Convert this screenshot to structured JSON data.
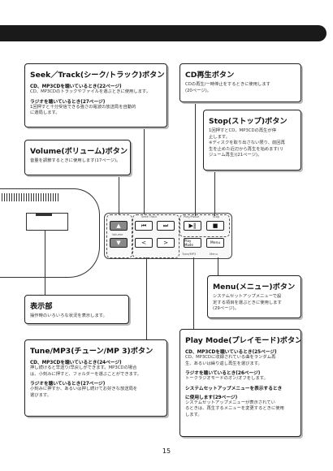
{
  "seek": {
    "title": "Seek／Track(シーク/トラック)ボタン",
    "s1": "CD、MP3CDを聴いているとき(22ページ)",
    "t1": "CD、MP3CDのトラックやファイルを選ぶときに使用します。",
    "s2": "ラジオを聴いているとき(27ページ)",
    "t2a": "1回押すと十分受信できる強さの電波の放送局を自動的",
    "t2b": "に選局します。"
  },
  "cdplay": {
    "title": "CD再生ボタン",
    "t1": "CDの再生/一時停止をするときに使用します",
    "t2": "(20ページ)。"
  },
  "stop": {
    "title": "Stop(ストップ)ボタン",
    "t1": "1回押すとCD、MP3CDの再生が停",
    "t2": "止します。",
    "t3": "※ディスクを取り出さない限り、前回再",
    "t4": "生を止めた近辺から再生を始めます(リ",
    "t5": "ジューム再生)(21ページ)。"
  },
  "volume": {
    "title": "Volume(ボリューム)ボタン",
    "t1": "音量を調節するときに使用します(17ページ)。"
  },
  "menu": {
    "title": "Menu(メニュー)ボタン",
    "t1": "システムセットアップメニューで設",
    "t2": "定する項目を選ぶときに使用します",
    "t3": "(29ページ)。"
  },
  "display": {
    "title": "表示部",
    "t1": "操作時のいろいろな状況を表示します。"
  },
  "tune": {
    "title": "Tune/MP3(チューン/MP 3)ボタン",
    "s1": "CD、MP3CDを聴いているとき(24ページ)",
    "t1": "押し続けると早送り/早戻しができます。MP3CDの場合",
    "t2": "は、小刻みに押すと、フォルダーを選ぶことができます。",
    "s2": "ラジオを聴いているとき(27ページ)",
    "t3": "小刻みに押すか、あるいは押し続けてお好きな放送局を",
    "t4": "選びます。"
  },
  "playmode": {
    "title": "Play Mode(プレイモード)ボタン",
    "s1": "CD、MP3CDを聴いているとき(25ページ)",
    "t1": "CD、MP3CDに収録されている曲をランダム再",
    "t2": "生、あるいは繰り返し再生を選びます。",
    "s2": "ラジオを聴いているとき(26ページ)",
    "t3": "トークラジオモードのオン/オフをします。",
    "s3a": "システムセットアップメニューを表示するとき",
    "s3b": "に使用します(29ページ)",
    "t4": "システムセットアップメニューが表示されてい",
    "t5": "るときは、再生するメニューを変更するときに使用",
    "t6": "します。"
  },
  "panel": {
    "l_seek": "Seek  Track",
    "l_playpause": "Play/Pause",
    "l_stop": "Stop",
    "l_volume": "Volume",
    "l_tune": "Tune/MP3",
    "l_menu": "Menu",
    "b_up": "▲",
    "b_down": "▼",
    "b_prev": "⏮",
    "b_next": "⏭",
    "b_play": "▶‖",
    "b_stop": "■",
    "b_left": "<",
    "b_right": ">",
    "b_mode": "Play Mode",
    "b_menu": "Menu"
  },
  "page_number": "15"
}
